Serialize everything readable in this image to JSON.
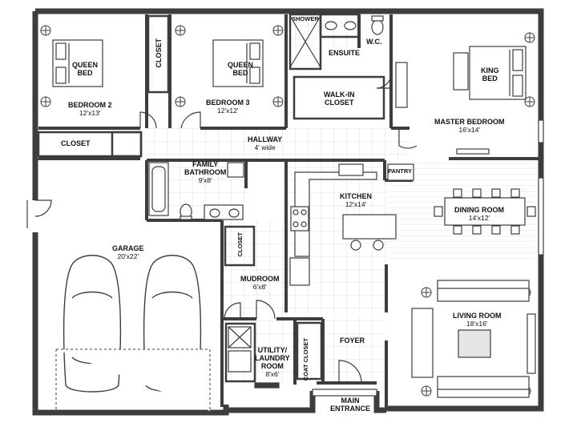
{
  "rooms": {
    "bedroom2": {
      "name": "BEDROOM 2",
      "dim": "12'x13'"
    },
    "bedroom3": {
      "name": "BEDROOM 3",
      "dim": "12'x12'"
    },
    "master": {
      "name": "MASTER BEDROOM",
      "dim": "16'x14'"
    },
    "hallway": {
      "name": "HALLWAY",
      "dim": "4' wide"
    },
    "family_bath": {
      "name_line1": "FAMILY",
      "name_line2": "BATHROOM",
      "dim": "9'x8'"
    },
    "kitchen": {
      "name": "KITCHEN",
      "dim": "12'x14'"
    },
    "dining": {
      "name": "DINING ROOM",
      "dim": "14'x12'"
    },
    "garage": {
      "name": "GARAGE",
      "dim": "20'x22'"
    },
    "mudroom": {
      "name": "MUDROOM",
      "dim": "6'x8'"
    },
    "living": {
      "name": "LIVING ROOM",
      "dim": "18'x16'"
    },
    "utility": {
      "name_line1": "UTILITY/",
      "name_line2": "LAUNDRY",
      "name_line3": "ROOM",
      "dim": "8'x6'"
    },
    "foyer": {
      "name": "FOYER"
    },
    "entrance": {
      "name_line1": "MAIN",
      "name_line2": "ENTRANCE"
    },
    "ensuite": {
      "name": "ENSUITE"
    },
    "wc": {
      "name": "W.C."
    },
    "shower": {
      "name": "SHOWER"
    },
    "walkin": {
      "name_line1": "WALK-IN",
      "name_line2": "CLOSET"
    },
    "closet_b2": {
      "name": "CLOSET"
    },
    "closet_b3": {
      "name": "CLOSET"
    },
    "closet_hall": {
      "name": "CLOSET"
    },
    "coat_closet": {
      "name_line1": "COAT",
      "name_line2": "CLOSET"
    },
    "pantry": {
      "name": "PANTRY"
    }
  },
  "furniture": {
    "queen_bed_1": {
      "line1": "QUEEN",
      "line2": "BED"
    },
    "queen_bed_2": {
      "line1": "QUEEN",
      "line2": "BED"
    },
    "king_bed": {
      "line1": "KING",
      "line2": "BED"
    }
  }
}
